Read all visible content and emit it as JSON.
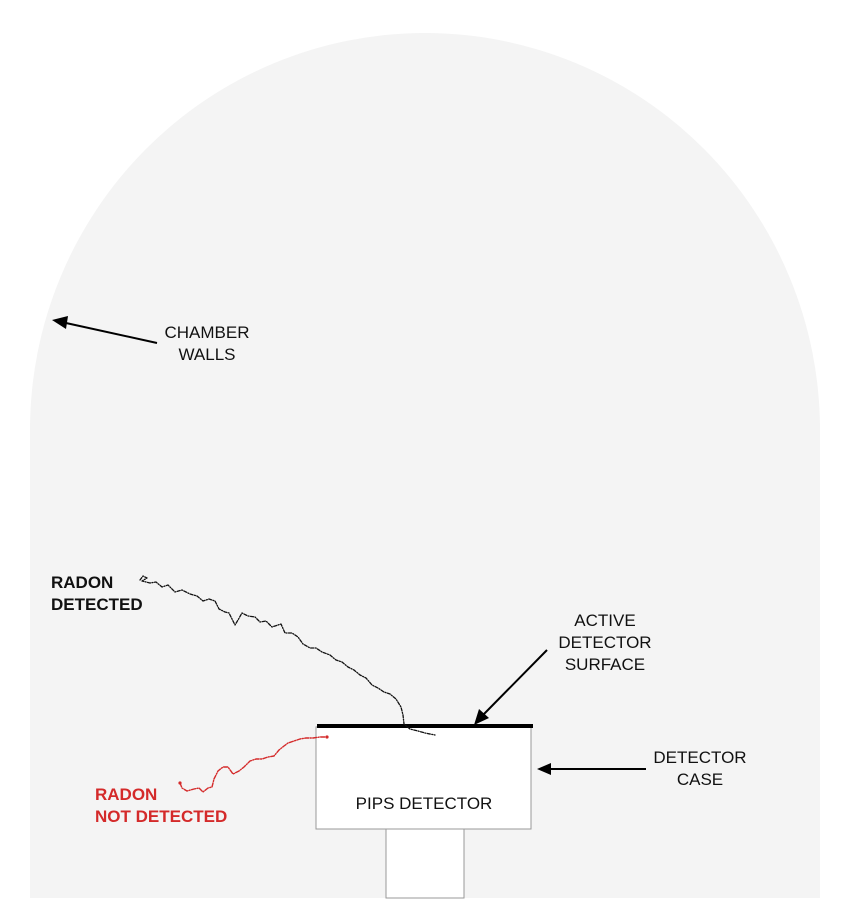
{
  "labels": {
    "chamber_walls": [
      "CHAMBER",
      "WALLS"
    ],
    "active_surface": [
      "ACTIVE",
      "DETECTOR",
      "SURFACE"
    ],
    "detector_case": [
      "DETECTOR",
      "CASE"
    ],
    "detector_name": "PIPS DETECTOR",
    "radon_detected": [
      "RADON",
      "DETECTED"
    ],
    "radon_not_detected": [
      "RADON",
      "NOT DETECTED"
    ]
  },
  "colors": {
    "chamber_fill": "#f4f4f4",
    "detector_fill": "#ffffff",
    "outline": "#999999",
    "surface": "#000000",
    "detected_track": "#111111",
    "not_detected_track": "#d42a2a",
    "text": "#111111"
  }
}
